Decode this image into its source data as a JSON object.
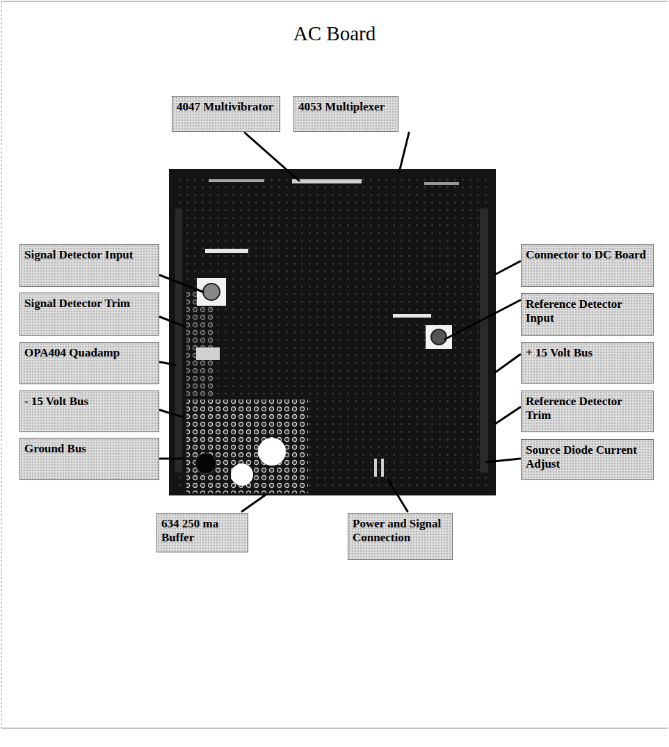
{
  "diagram": {
    "title": "AC Board",
    "nodes": [
      {
        "text": [
          "4047 Multivibrator"
        ]
      },
      {
        "text": [
          "4053 Multiplexer"
        ]
      },
      {
        "text": [
          "Signal Detector Input"
        ]
      },
      {
        "text": [
          "Connector to DC Board"
        ]
      },
      {
        "text": [
          "Signal Detector Trim"
        ]
      },
      {
        "text": [
          "Reference Detector Input"
        ]
      },
      {
        "text": [
          "OPA404 Quadamp"
        ]
      },
      {
        "text": [
          "+ 15 Volt Bus"
        ]
      },
      {
        "text": [
          "- 15 Volt Bus"
        ]
      },
      {
        "text": [
          "Reference Detector Trim"
        ]
      },
      {
        "text": [
          "Ground Bus"
        ]
      },
      {
        "text": [
          "Source Diode Current Adjust"
        ]
      },
      {
        "text": [
          "634 250 ma Buffer"
        ]
      },
      {
        "text": [
          "Power and Signal Connection"
        ]
      }
    ]
  }
}
